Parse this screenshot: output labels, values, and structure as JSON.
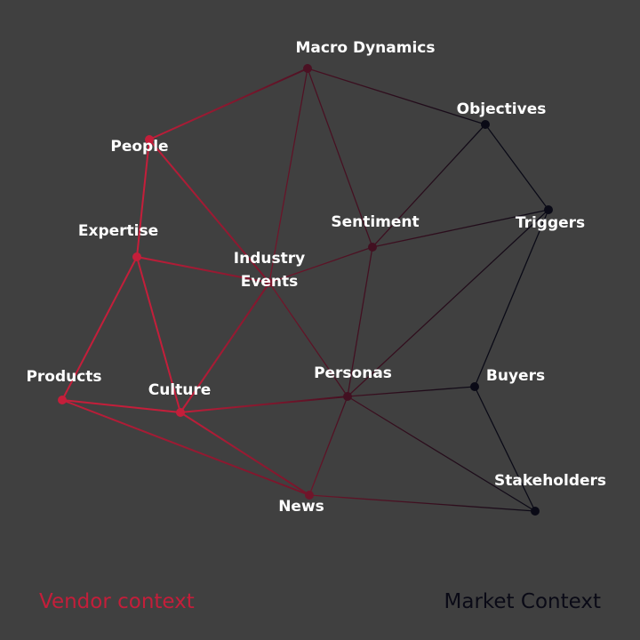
{
  "colors": {
    "background": "#404040",
    "vendor": "#c41e3a",
    "market": "#0a0a16",
    "label": "#ffffff"
  },
  "legend": {
    "vendor": "Vendor context",
    "market": "Market Context"
  },
  "nodes": [
    {
      "id": "macro",
      "label": "Macro Dynamics",
      "shade": 0.35
    },
    {
      "id": "objectives",
      "label": "Objectives",
      "shade": 0.0
    },
    {
      "id": "people",
      "label": "People",
      "shade": 1.0
    },
    {
      "id": "triggers",
      "label": "Triggers",
      "shade": 0.0
    },
    {
      "id": "sentiment",
      "label": "Sentiment",
      "shade": 0.3
    },
    {
      "id": "expertise",
      "label": "Expertise",
      "shade": 1.0
    },
    {
      "id": "industry",
      "label": "Industry Events",
      "shade": 0.6
    },
    {
      "id": "products",
      "label": "Products",
      "shade": 1.0
    },
    {
      "id": "culture",
      "label": "Culture",
      "shade": 1.0
    },
    {
      "id": "personas",
      "label": "Personas",
      "shade": 0.3
    },
    {
      "id": "buyers",
      "label": "Buyers",
      "shade": 0.0
    },
    {
      "id": "news",
      "label": "News",
      "shade": 0.55
    },
    {
      "id": "stakeholders",
      "label": "Stakeholders",
      "shade": 0.0
    }
  ],
  "edges": [
    [
      "macro",
      "people"
    ],
    [
      "macro",
      "objectives"
    ],
    [
      "macro",
      "sentiment"
    ],
    [
      "macro",
      "industry"
    ],
    [
      "objectives",
      "triggers"
    ],
    [
      "objectives",
      "sentiment"
    ],
    [
      "people",
      "expertise"
    ],
    [
      "people",
      "industry"
    ],
    [
      "expertise",
      "industry"
    ],
    [
      "expertise",
      "products"
    ],
    [
      "expertise",
      "culture"
    ],
    [
      "industry",
      "sentiment"
    ],
    [
      "industry",
      "culture"
    ],
    [
      "industry",
      "personas"
    ],
    [
      "sentiment",
      "triggers"
    ],
    [
      "sentiment",
      "personas"
    ],
    [
      "triggers",
      "personas"
    ],
    [
      "triggers",
      "buyers"
    ],
    [
      "products",
      "culture"
    ],
    [
      "products",
      "news"
    ],
    [
      "culture",
      "personas"
    ],
    [
      "culture",
      "news"
    ],
    [
      "personas",
      "buyers"
    ],
    [
      "personas",
      "news"
    ],
    [
      "personas",
      "stakeholders"
    ],
    [
      "buyers",
      "stakeholders"
    ],
    [
      "news",
      "stakeholders"
    ]
  ]
}
